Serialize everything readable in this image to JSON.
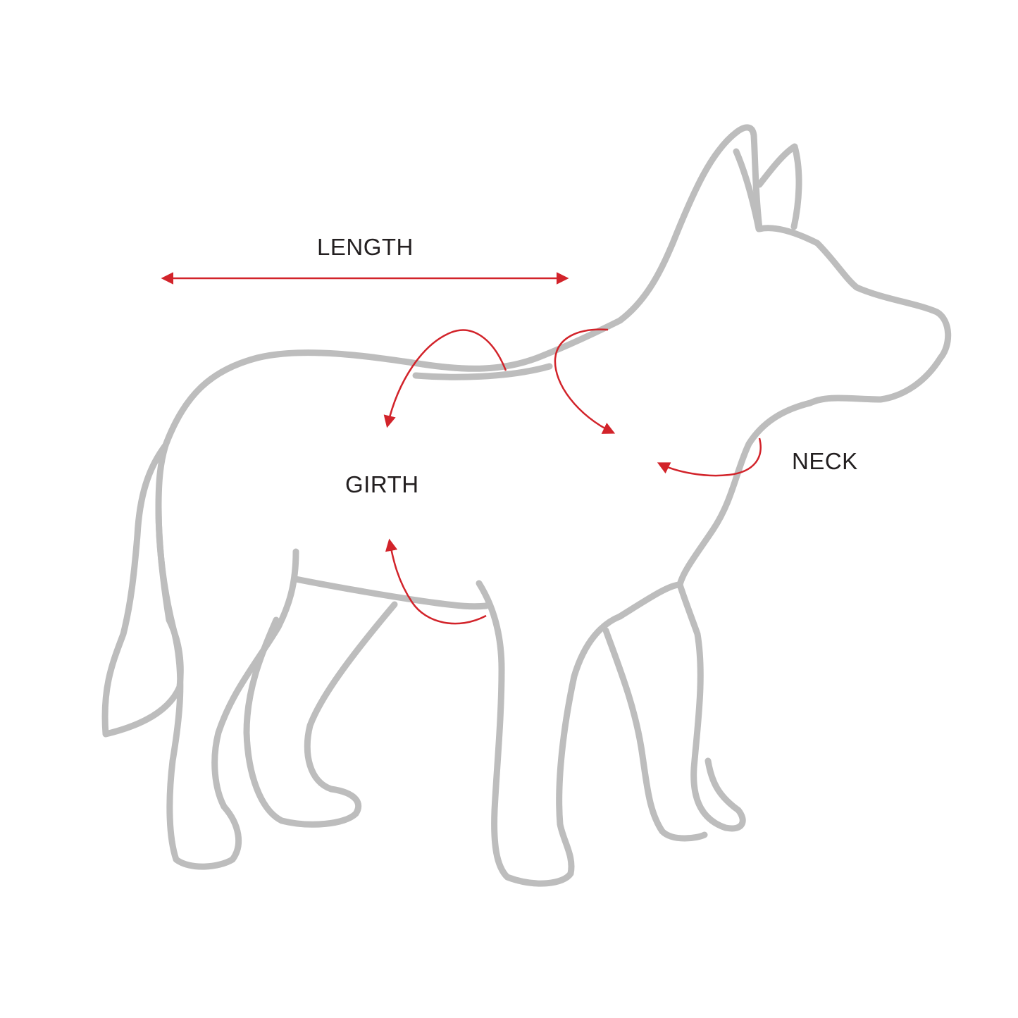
{
  "labels": {
    "length": "LENGTH",
    "girth": "GIRTH",
    "neck": "NECK"
  },
  "colors": {
    "outline": "#bdbdbd",
    "arrow": "#d2232a",
    "text": "#231f20",
    "background": "#ffffff"
  },
  "icons": {
    "figure": "dog-silhouette-outline"
  }
}
